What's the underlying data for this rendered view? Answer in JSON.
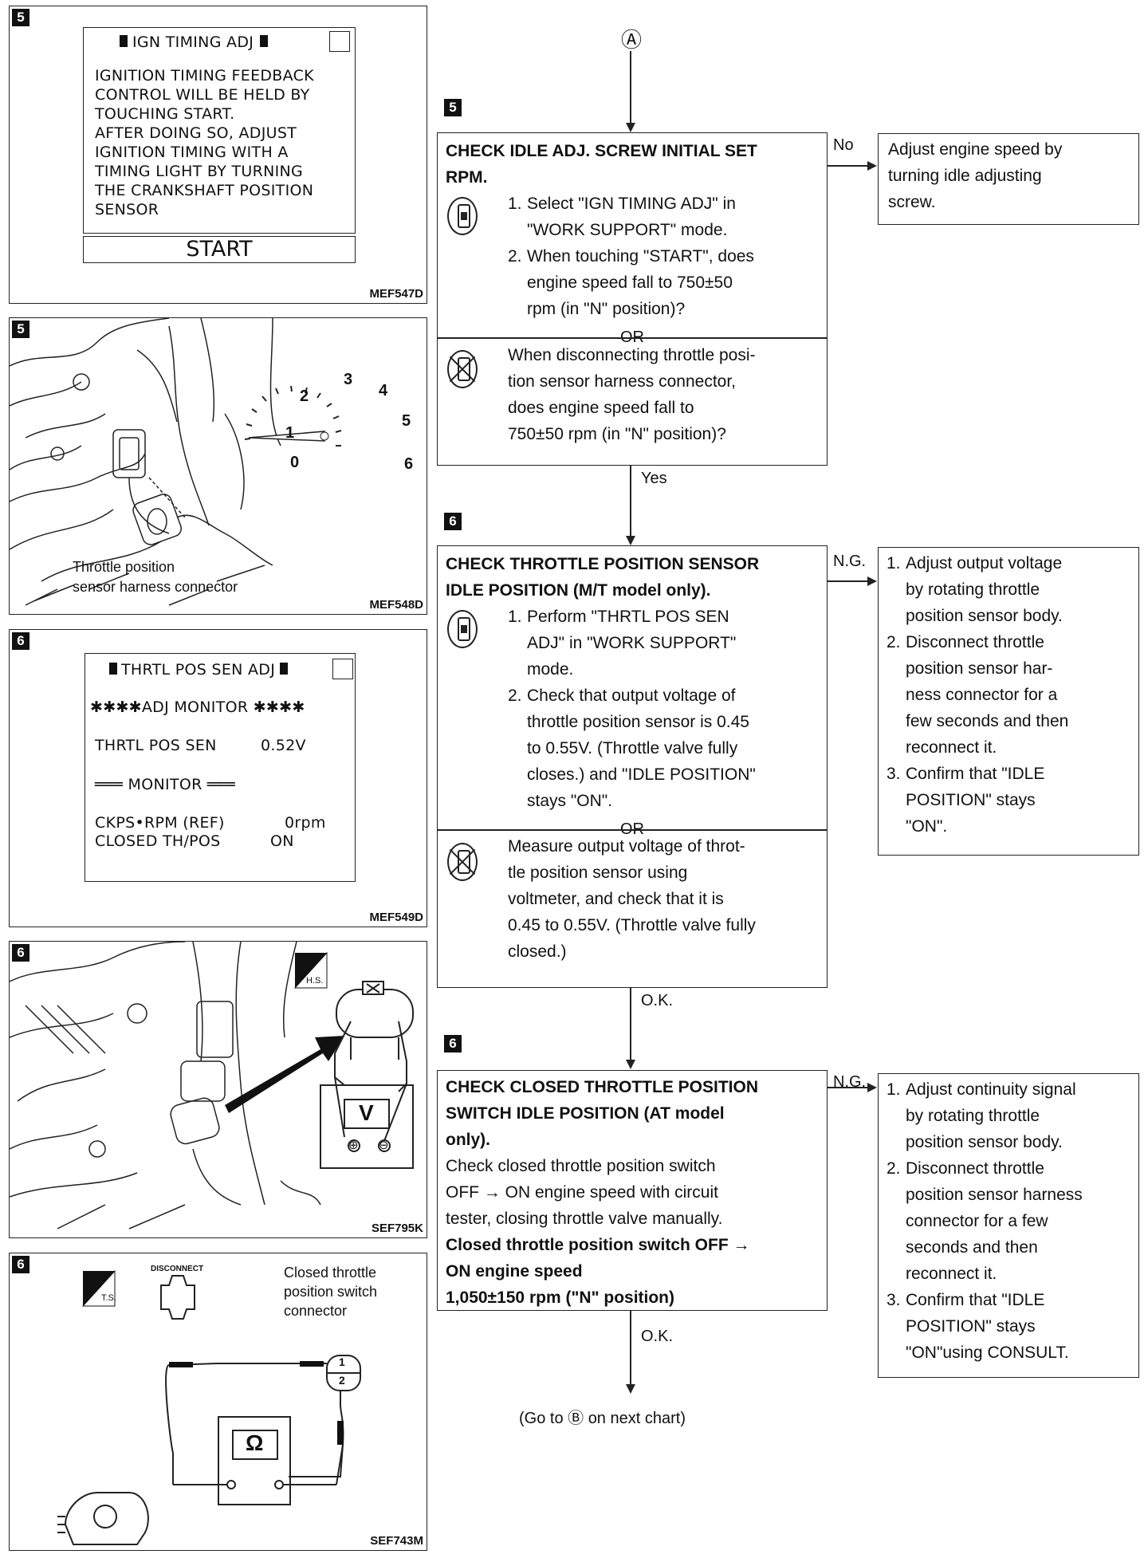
{
  "top_marker": "Ⓐ",
  "left": {
    "p1": {
      "step": "5",
      "title": "IGN TIMING ADJ",
      "lines": [
        "IGNITION TIMING FEEDBACK",
        "CONTROL WILL BE HELD BY",
        "TOUCHING START.",
        "AFTER DOING SO, ADJUST",
        "IGNITION TIMING WITH A",
        "TIMING LIGHT BY TURNING",
        "THE CRANKSHAFT POSITION",
        "SENSOR"
      ],
      "start": "START",
      "code": "MEF547D"
    },
    "p2": {
      "step": "5",
      "gauge_numbers": [
        "0",
        "1",
        "2",
        "3",
        "4",
        "5",
        "6"
      ],
      "caption1": "Throttle position",
      "caption2": "sensor harness connector",
      "code": "MEF548D"
    },
    "p3": {
      "step": "6",
      "title": "THRTL POS SEN ADJ",
      "adj_monitor": "✱✱✱✱ADJ MONITOR ✱✱✱✱",
      "sen_label": "THRTL POS SEN",
      "sen_value": "0.52V",
      "monitor": "═══ MONITOR ═══",
      "ckps_label": "CKPS•RPM (REF)",
      "ckps_value": "0rpm",
      "closed_label": "CLOSED TH/POS",
      "closed_value": "ON",
      "code": "MEF549D"
    },
    "p4": {
      "step": "6",
      "badge": "H.S.",
      "meter": "V",
      "plus": "⊕",
      "minus": "⊖",
      "code": "SEF795K"
    },
    "p5": {
      "step": "6",
      "badge": "T.S.",
      "disconnect": "DISCONNECT",
      "label1": "Closed throttle",
      "label2": "position switch",
      "label3": "connector",
      "pin1": "1",
      "pin2": "2",
      "meter": "Ω",
      "code": "SEF743M"
    }
  },
  "flow": {
    "s1": {
      "step": "5",
      "title1": "CHECK IDLE ADJ. SCREW INITIAL SET",
      "title2": "RPM.",
      "i1n": "1.",
      "i1a": "Select \"IGN TIMING ADJ\" in",
      "i1b": "\"WORK SUPPORT\" mode.",
      "i2n": "2.",
      "i2a": "When touching \"START\", does",
      "i2b": "engine speed fall to 750±50",
      "i2c": "rpm (in \"N\" position)?",
      "or": "OR",
      "alt1": "When disconnecting throttle posi-",
      "alt2": "tion sensor harness connector,",
      "alt3": "does engine speed fall to",
      "alt4": "750±50 rpm (in \"N\" position)?",
      "no_label": "No",
      "side1": "Adjust engine speed by",
      "side2": "turning idle adjusting",
      "side3": "screw.",
      "yes_label": "Yes"
    },
    "s2": {
      "step": "6",
      "title1": "CHECK THROTTLE POSITION SENSOR",
      "title2": "IDLE POSITION (M/T model only).",
      "i1n": "1.",
      "i1a": "Perform \"THRTL POS SEN",
      "i1b": "ADJ\" in \"WORK SUPPORT\"",
      "i1c": "mode.",
      "i2n": "2.",
      "i2a": "Check that output voltage of",
      "i2b": "throttle position sensor is 0.45",
      "i2c": "to 0.55V. (Throttle valve fully",
      "i2d": "closes.) and \"IDLE POSITION\"",
      "i2e": "stays \"ON\".",
      "or": "OR",
      "alt1": "Measure output voltage of throt-",
      "alt2": "tle position sensor using",
      "alt3": "voltmeter, and check that it is",
      "alt4": "0.45 to 0.55V. (Throttle valve fully",
      "alt5": "closed.)",
      "ng_label": "N.G.",
      "side_n1": "1.",
      "side_1a": "Adjust output voltage",
      "side_1b": "by rotating throttle",
      "side_1c": "position sensor body.",
      "side_n2": "2.",
      "side_2a": "Disconnect throttle",
      "side_2b": "position sensor har-",
      "side_2c": "ness connector for a",
      "side_2d": "few seconds and then",
      "side_2e": "reconnect it.",
      "side_n3": "3.",
      "side_3a": "Confirm that \"IDLE",
      "side_3b": "POSITION\" stays",
      "side_3c": "\"ON\".",
      "ok_label": "O.K."
    },
    "s3": {
      "step": "6",
      "title1": "CHECK CLOSED THROTTLE POSITION",
      "title2": "SWITCH IDLE POSITION (AT model",
      "title3": "only).",
      "p1": "Check closed throttle position switch",
      "p2": "OFF → ON engine speed with circuit",
      "p3": "tester, closing throttle valve manually.",
      "b1": "Closed throttle position switch OFF →",
      "b2": "ON engine speed",
      "b3": "1,050±150 rpm (\"N\" position)",
      "ng_label": "N.G.",
      "side_n1": "1.",
      "side_1a": "Adjust continuity signal",
      "side_1b": "by rotating throttle",
      "side_1c": "position sensor body.",
      "side_n2": "2.",
      "side_2a": "Disconnect throttle",
      "side_2b": "position sensor harness",
      "side_2c": "connector for a few",
      "side_2d": "seconds and then",
      "side_2e": "reconnect it.",
      "side_n3": "3.",
      "side_3a": "Confirm that \"IDLE",
      "side_3b": "POSITION\" stays",
      "side_3c": "\"ON\"using CONSULT.",
      "ok_label": "O.K."
    },
    "goto": "(Go to Ⓑ on next chart)"
  }
}
